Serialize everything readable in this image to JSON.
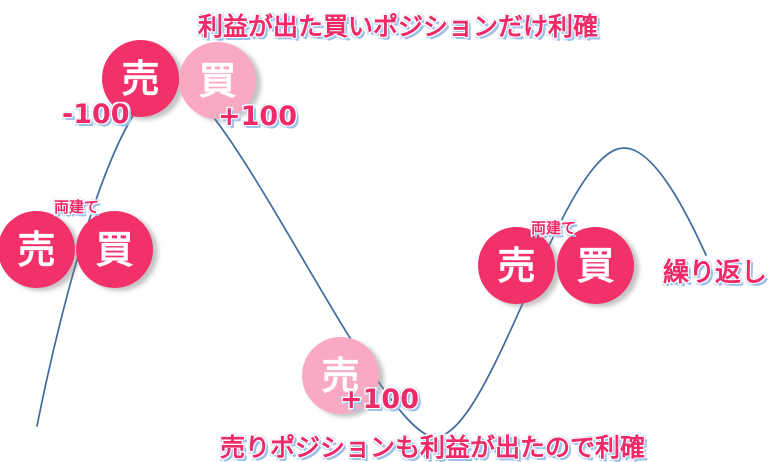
{
  "captions": {
    "top": "利益が出た買いポジションだけ利確",
    "bottom": "売りポジションも利益が出たので利確"
  },
  "labels": {
    "hedge_left": "両建て",
    "hedge_right": "両建て",
    "repeat": "繰り返し"
  },
  "badges": {
    "top_sell": {
      "label": "売",
      "amount": "-100",
      "variant": "dark"
    },
    "top_buy": {
      "label": "買",
      "amount": "+100",
      "variant": "light"
    },
    "left_sell": {
      "label": "売",
      "variant": "dark"
    },
    "left_buy": {
      "label": "買",
      "variant": "dark"
    },
    "mid_sell": {
      "label": "売",
      "amount": "+100",
      "variant": "light"
    },
    "right_sell": {
      "label": "売",
      "variant": "dark"
    },
    "right_buy": {
      "label": "買",
      "variant": "dark"
    }
  },
  "colors": {
    "open_position_pink": "#f2316b",
    "closed_position_pink": "#f9a9c2",
    "text_pink": "#ee2a68",
    "text_outline_blue": "#9fc1e9",
    "curve_blue": "#3f6b9e",
    "badge_text": "#ffffff",
    "background": "#ffffff"
  }
}
